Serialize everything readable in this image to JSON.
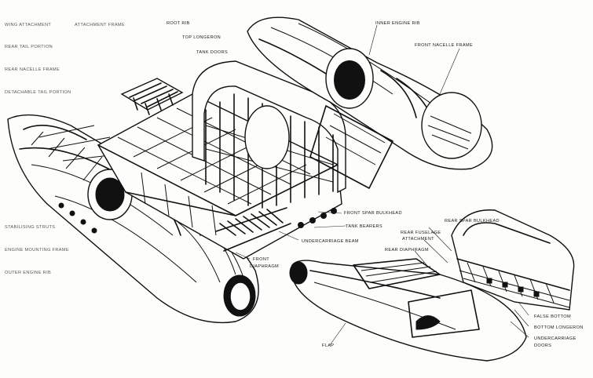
{
  "labels": {
    "l_top1": "WING ATTACHMENT",
    "l_top2": "ATTACHMENT FRAME",
    "l_root_rib": "ROOT RIB",
    "l_top_longeron": "TOP LONGERON",
    "l_tank_doors": "TANK DOORS",
    "l_rear_tail": "REAR TAIL PORTION",
    "l_rear_nacelle": "REAR NACELLE FRAME",
    "l_detach_tail": "DETACHABLE TAIL PORTION",
    "l_inner_rib": "INNER ENGINE RIB",
    "l_front_nacelle": "FRONT NACELLE FRAME",
    "l_front_spar": "FRONT SPAR BULKHEAD",
    "l_tank_bearers": "TANK BEARERS",
    "l_uc_beam": "UNDERCARRIAGE BEAM",
    "l_front_diaphragm_1": "FRONT",
    "l_front_diaphragm_2": "DIAPHRAGM",
    "l_rear_spar": "REAR SPAR BULKHEAD",
    "l_rear_fus_1": "REAR FUSELAGE",
    "l_rear_fus_2": "ATTACHMENT",
    "l_rear_diaphragm": "REAR DIAPHRAGM",
    "l_stabilising": "STABILISING STRUTS",
    "l_engine_mount": "ENGINE MOUNTING FRAME",
    "l_outer_rib": "OUTER ENGINE RIB",
    "l_false_bottom": "FALSE BOTTOM",
    "l_bottom_longeron": "BOTTOM LONGERON",
    "l_uc_doors_1": "UNDERCARRIAGE",
    "l_uc_doors_2": "DOORS",
    "l_flap": "FLAP"
  },
  "colors": {
    "ink": "#111111",
    "paper": "#fdfdfb"
  }
}
